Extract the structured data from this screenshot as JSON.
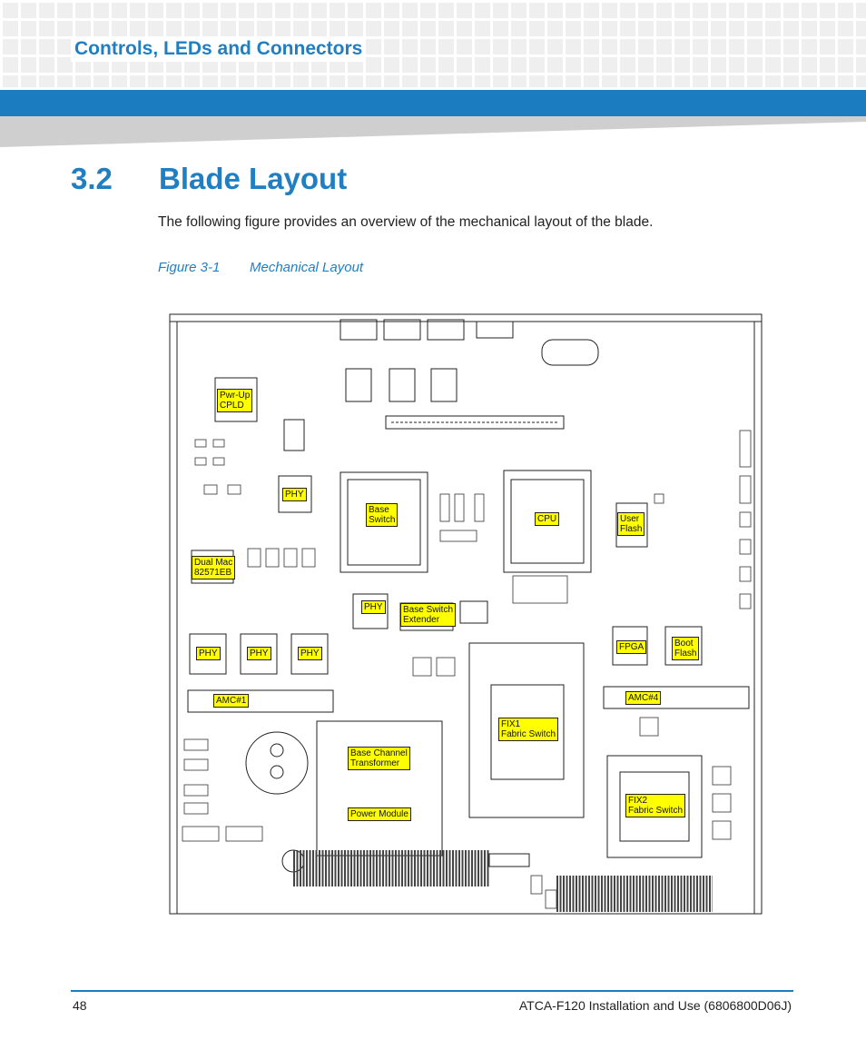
{
  "header": {
    "section": "Controls, LEDs and Connectors"
  },
  "heading": {
    "number": "3.2",
    "title": "Blade Layout"
  },
  "intro_text": "The following figure provides an overview of the mechanical layout of the blade.",
  "caption": {
    "figure_id": "Figure 3-1",
    "title": "Mechanical Layout"
  },
  "figure_labels": {
    "pwr_up_cpld": "Pwr-Up\nCPLD",
    "phy_top": "PHY",
    "base_switch": "Base\nSwitch",
    "cpu": "CPU",
    "user_flash": "User\nFlash",
    "dual_mac": "Dual Mac\n82571EB",
    "phy_mid": "PHY",
    "base_switch_extender": "Base Switch\nExtender",
    "fpga": "FPGA",
    "boot_flash": "Boot\nFlash",
    "phy_1": "PHY",
    "phy_2": "PHY",
    "phy_3": "PHY",
    "amc1": "AMC#1",
    "amc4": "AMC#4",
    "fix1": "FIX1\nFabric Switch",
    "base_channel_transformer": "Base Channel\nTransformer",
    "fix2": "FIX2\nFabric Switch",
    "power_module": "Power Module"
  },
  "footer": {
    "page_number": "48",
    "doc_title": "ATCA-F120 Installation and Use (6806800D06J)"
  },
  "colors": {
    "accent_blue": "#1c7cc0",
    "label_yellow": "#ffff00"
  }
}
